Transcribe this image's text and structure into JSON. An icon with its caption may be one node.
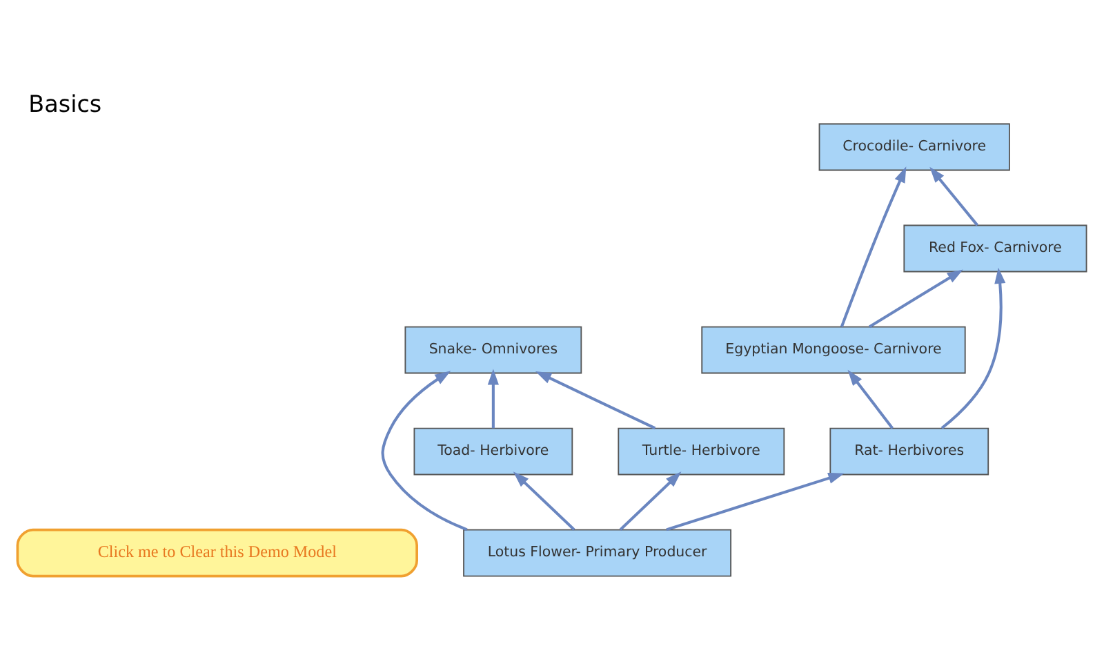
{
  "diagram": {
    "title": "Basics",
    "nodes": [
      {
        "text": [
          "Click me to Clear this Demo Model"
        ]
      },
      {
        "text": [
          "Crocodile- Carnivore"
        ]
      },
      {
        "text": [
          "Snake- Omnivores"
        ]
      },
      {
        "text": [
          "Egyptian Mongoose- Carnivore"
        ]
      },
      {
        "text": [
          "Toad- Herbivore"
        ]
      },
      {
        "text": [
          "Red Fox- Carnivore"
        ]
      },
      {
        "text": [
          "Rat- Herbivores"
        ]
      },
      {
        "text": [
          "Turtle- Herbivore"
        ]
      },
      {
        "text": [
          "Lotus Flower- Primary Producer"
        ]
      }
    ],
    "edges": [
      {
        "from": 4,
        "to": 2,
        "arrow": "to"
      },
      {
        "from": 7,
        "to": 2,
        "arrow": "to"
      },
      {
        "from": 8,
        "to": 2,
        "arrow": "to"
      },
      {
        "from": 8,
        "to": 4,
        "arrow": "to"
      },
      {
        "from": 8,
        "to": 7,
        "arrow": "to"
      },
      {
        "from": 8,
        "to": 6,
        "arrow": "to"
      },
      {
        "from": 6,
        "to": 3,
        "arrow": "to"
      },
      {
        "from": 6,
        "to": 5,
        "arrow": "to"
      },
      {
        "from": 3,
        "to": 1,
        "arrow": "to"
      },
      {
        "from": 3,
        "to": 5,
        "arrow": "to"
      },
      {
        "from": 5,
        "to": 1,
        "arrow": "to"
      }
    ]
  }
}
